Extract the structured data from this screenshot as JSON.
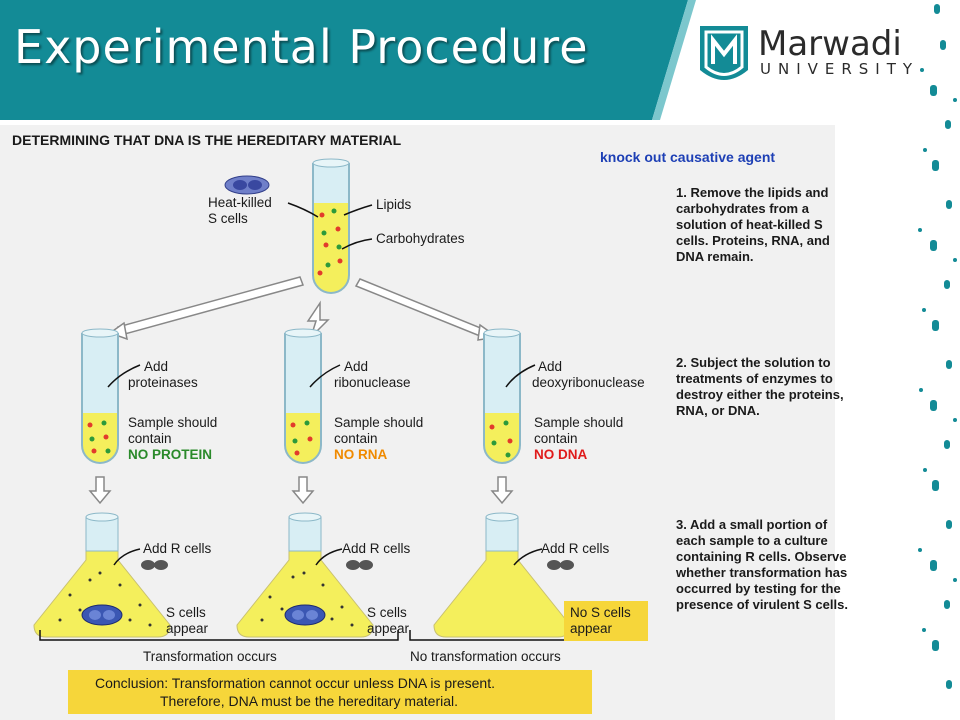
{
  "header": {
    "title": "Experimental Procedure",
    "brand_name": "Marwadi",
    "brand_sub": "UNIVERSITY",
    "colors": {
      "teal": "#138b96",
      "yellow": "#f4ef5c",
      "conclusion": "#f6d63a"
    }
  },
  "figure": {
    "title": "DETERMINING THAT DNA IS THE HEREDITARY MATERIAL",
    "note": "knock out causative agent",
    "top_tube": {
      "label_cells_1": "Heat-killed",
      "label_cells_2": "S cells",
      "label_lipids": "Lipids",
      "label_carbs": "Carbohydrates"
    },
    "tubes": [
      {
        "add_1": "Add",
        "add_2": "proteinases",
        "sample_1": "Sample should",
        "sample_2": "contain",
        "result": "NO PROTEIN"
      },
      {
        "add_1": "Add",
        "add_2": "ribonuclease",
        "sample_1": "Sample should",
        "sample_2": "contain",
        "result": "NO RNA"
      },
      {
        "add_1": "Add",
        "add_2": "deoxyribonuclease",
        "sample_1": "Sample should",
        "sample_2": "contain",
        "result": "NO DNA"
      }
    ],
    "flasks": [
      {
        "add": "Add R cells",
        "result_1": "S cells",
        "result_2": "appear"
      },
      {
        "add": "Add R cells",
        "result_1": "S cells",
        "result_2": "appear"
      },
      {
        "add": "Add R cells",
        "result_1": "No S cells",
        "result_2": "appear"
      }
    ],
    "outcomes": {
      "left": "Transformation occurs",
      "right": "No transformation occurs"
    },
    "steps": [
      "1. Remove the lipids and carbohydrates from a solution of heat-killed S cells. Proteins, RNA, and DNA remain.",
      "2. Subject the solution to treatments of enzymes to destroy either the proteins, RNA, or DNA.",
      "3. Add a small portion of each sample to a culture containing R cells. Observe whether transformation has occurred by testing for the presence of virulent S cells."
    ],
    "conclusion_1": "Conclusion: Transformation cannot occur unless DNA is present.",
    "conclusion_2": "Therefore, DNA must be the hereditary material."
  }
}
